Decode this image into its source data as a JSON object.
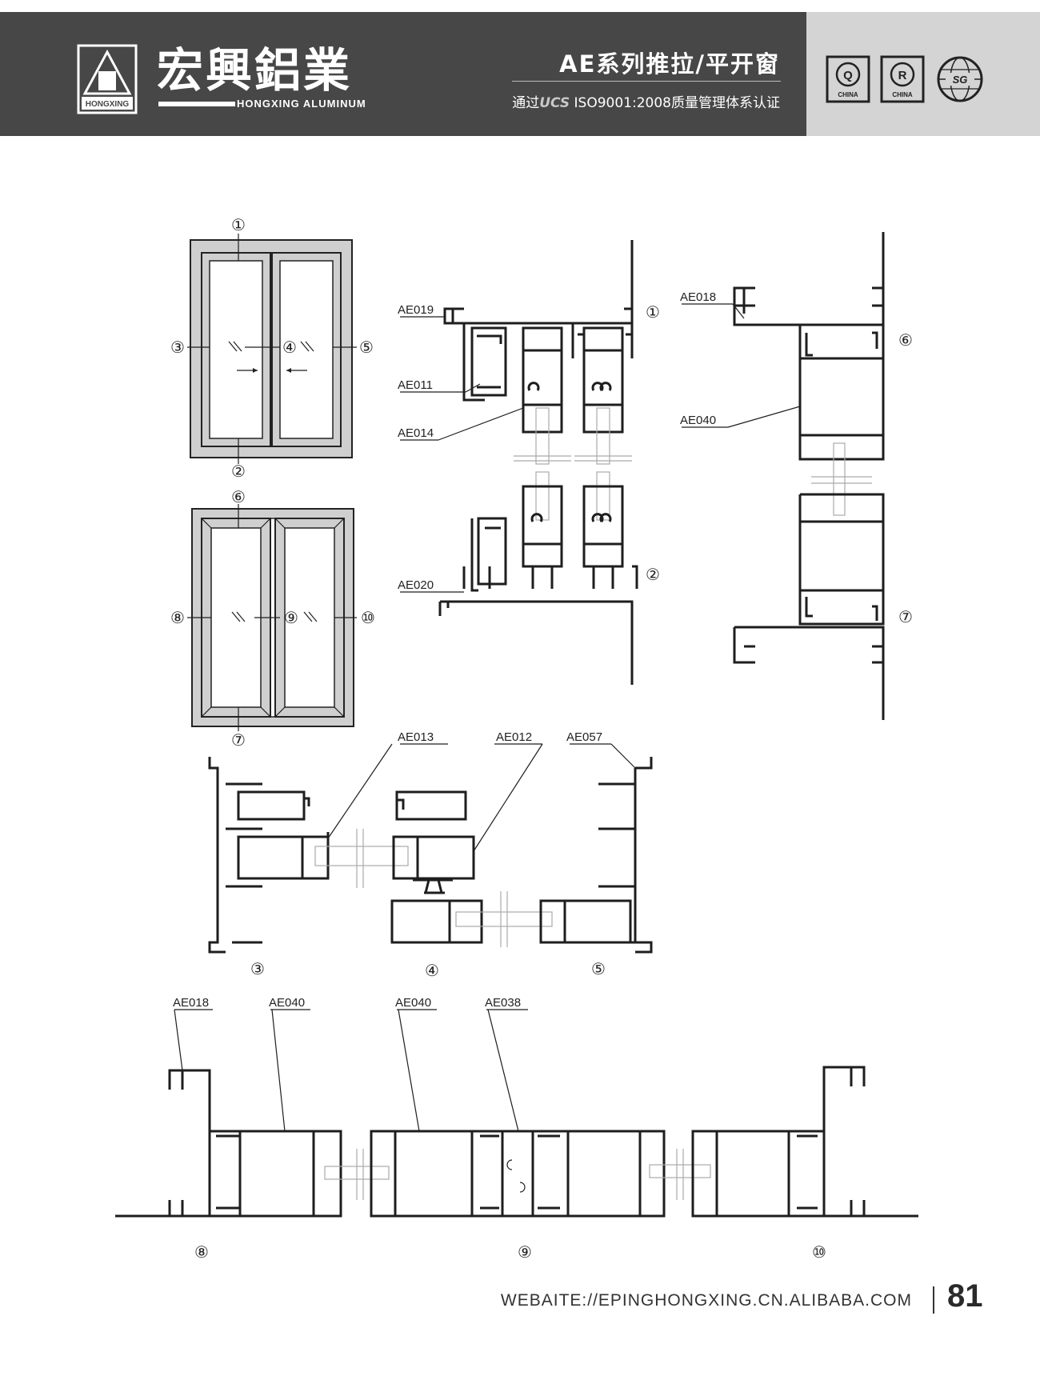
{
  "header": {
    "brand_cn": "宏興鋁業",
    "brand_en": "HONGXING ALUMINUM",
    "logo_text": "HONGXING",
    "series_title": "AE系列推拉/平开窗",
    "cert_prefix": "通过",
    "cert_mark": "UCS",
    "cert_text": "ISO9001:2008质量管理体系认证",
    "badges": [
      {
        "letter": "Q",
        "caption": "CHINA"
      },
      {
        "letter": "R",
        "caption": "CHINA"
      },
      {
        "letter": "SG",
        "caption": ""
      }
    ]
  },
  "markers": {
    "m1": "①",
    "m2": "②",
    "m3": "③",
    "m4": "④",
    "m5": "⑤",
    "m6": "⑥",
    "m7": "⑦",
    "m8": "⑧",
    "m9": "⑨",
    "m10": "⑩"
  },
  "labels": {
    "ae019": "AE019",
    "ae011": "AE011",
    "ae014": "AE014",
    "ae020": "AE020",
    "ae018_top": "AE018",
    "ae040_top": "AE040",
    "ae013": "AE013",
    "ae012": "AE012",
    "ae057": "AE057",
    "ae018_bottom": "AE018",
    "ae040_bottom_a": "AE040",
    "ae040_bottom_b": "AE040",
    "ae038": "AE038"
  },
  "footer": {
    "url": "WEBAITE://EPINGHONGXING.CN.ALIBABA.COM",
    "page_number": "81"
  }
}
